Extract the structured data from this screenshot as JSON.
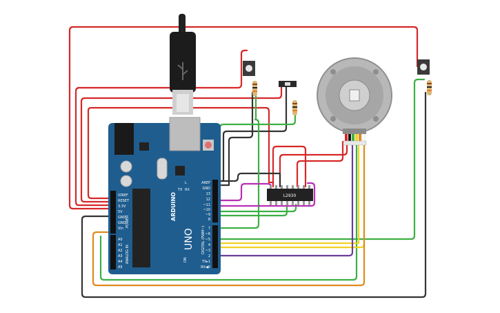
{
  "board": {
    "brand": "ARDUINO",
    "model": "UNO",
    "header_power": "POWER",
    "header_analog": "ANALOG IN",
    "header_digital": "DIGITAL (PWM~)",
    "power_pins": [
      "IOREF",
      "RESET",
      "3.3V",
      "5V",
      "GND",
      "GND",
      "Vin"
    ],
    "analog_pins": [
      "A0",
      "A1",
      "A2",
      "A3",
      "A4",
      "A5"
    ],
    "digital_top": [
      "AREF",
      "GND",
      "13",
      "12",
      "~11",
      "~10",
      "~9",
      "8"
    ],
    "digital_bottom": [
      "7",
      "~6",
      "~5",
      "4",
      "~3",
      "2",
      "TX▸1",
      "RX◀0"
    ],
    "led_labels": [
      "L",
      "TX",
      "RX"
    ],
    "on_label": "ON"
  },
  "driver_ic": {
    "label": "L2930"
  },
  "colors": {
    "board": "#1f5d8f",
    "wire_red": "#d62728",
    "wire_green": "#3cb043",
    "wire_black": "#333333",
    "wire_magenta": "#b92fb3",
    "wire_yellow": "#f2d024",
    "wire_orange": "#e08a1e",
    "wire_purple": "#6a3d9a"
  },
  "components": [
    "usb-cable",
    "arduino-uno",
    "push-button-1",
    "push-button-2",
    "slide-switch",
    "resistor-1",
    "resistor-2",
    "resistor-3",
    "stepper-motor",
    "motor-connector",
    "l293d-driver"
  ]
}
